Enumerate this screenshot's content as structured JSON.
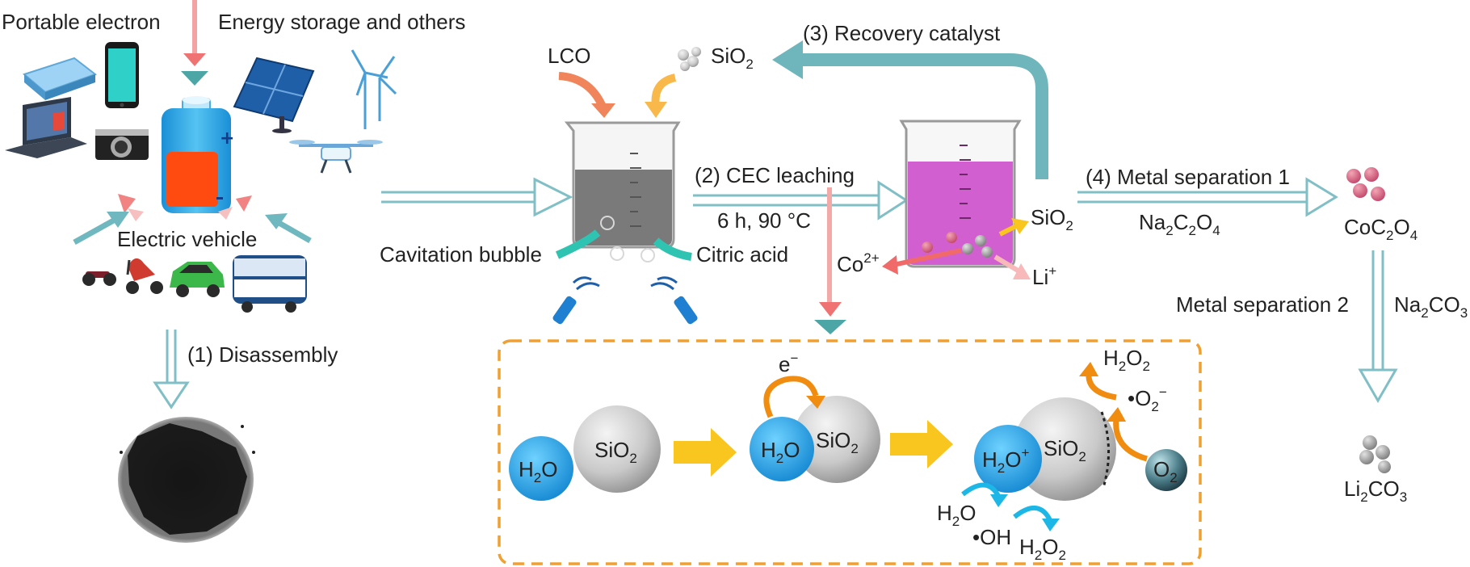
{
  "sources": {
    "portable": "Portable electron",
    "energy": "Energy storage and others",
    "ev": "Electric vehicle"
  },
  "steps": {
    "disassembly": "(1) Disassembly",
    "leaching": "(2) CEC leaching",
    "leaching_conditions": "6 h, 90 °C",
    "recovery": "(3) Recovery catalyst",
    "separation1": "(4) Metal separation 1",
    "separation2": "Metal separation 2"
  },
  "reagents": {
    "lco": "LCO",
    "sio2": {
      "base": "SiO",
      "sub": "2"
    },
    "cavitation": "Cavitation bubble",
    "citric": "Citric acid",
    "na2c2o4": {
      "p1": "Na",
      "s1": "2",
      "p2": "C",
      "s2": "2",
      "p3": "O",
      "s3": "4"
    },
    "na2co3": {
      "p1": "Na",
      "s1": "2",
      "p2": "CO",
      "s2": "3"
    }
  },
  "ions": {
    "co": {
      "base": "Co",
      "sup": "2+"
    },
    "li": {
      "base": "Li",
      "sup": "+"
    }
  },
  "products": {
    "coc2o4": {
      "p1": "CoC",
      "s1": "2",
      "p2": "O",
      "s2": "4"
    },
    "li2co3": {
      "p1": "Li",
      "s1": "2",
      "p2": "CO",
      "s2": "3"
    }
  },
  "mechanism": {
    "h2o": {
      "base": "H",
      "sub": "2",
      "tail": "O"
    },
    "h2o_plus": {
      "base": "H",
      "sub": "2",
      "tail": "O",
      "sup": "+"
    },
    "electron": {
      "base": "e",
      "sup": "−"
    },
    "h2o2": {
      "base": "H",
      "sub1": "2",
      "mid": "O",
      "sub2": "2"
    },
    "superoxide": {
      "dot": "•",
      "base": "O",
      "sub": "2",
      "sup": "−"
    },
    "o2": {
      "base": "O",
      "sub": "2"
    },
    "hydroxyl": "•OH"
  },
  "colors": {
    "teal_arrow": "#7fbfc5",
    "recycle_arrow": "#6fb6bc",
    "pink_arrow": "#f2a6a6",
    "orange_box": "#f0a030",
    "yellow_arrow": "#f9c51f",
    "h2o_blue": "#29a8e0",
    "cyan_arrow": "#1cb7e6",
    "orange_arrow": "#f08c10",
    "leachate": "#d25fd0",
    "battery_fill": "#ff4a10"
  }
}
